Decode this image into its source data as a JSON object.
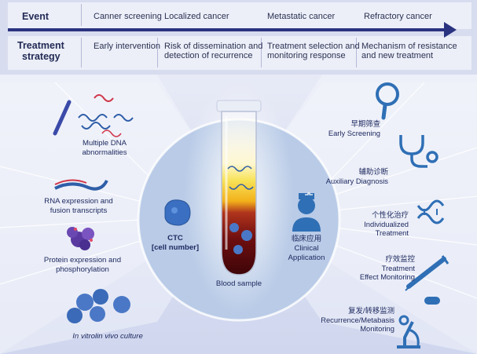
{
  "header": {
    "event_label": "Event",
    "strategy_label_1": "Treatment",
    "strategy_label_2": "strategy",
    "events": [
      "Canner screening",
      "Localized cancer",
      "Metastatic cancer",
      "Refractory cancer"
    ],
    "strategies": [
      [
        "Early intervention",
        ""
      ],
      [
        "Risk of dissemination and",
        "detection of recurrence"
      ],
      [
        "Treatment selection and",
        "monitoring response"
      ],
      [
        "Mechanism of resistance",
        "and new treatment"
      ]
    ]
  },
  "left": {
    "items": [
      [
        "Multiple DNA",
        "abnormalities"
      ],
      [
        "RNA expression and",
        "fusion transcripts"
      ],
      [
        "Protein expression and",
        "phosphorylation"
      ],
      [
        "In vitrolin vivo culture",
        ""
      ]
    ],
    "ctc_title": "CTC",
    "ctc_sub": "[cell number]"
  },
  "center": {
    "tube_label": "Blood sample",
    "clinical_cn": "临床应用",
    "clinical_en_1": "Clinical",
    "clinical_en_2": "Application"
  },
  "right": {
    "items": [
      {
        "cn": "早期筛查",
        "en": [
          "Early Screening"
        ]
      },
      {
        "cn": "辅助诊断",
        "en": [
          "Auxiliary Diagnosis"
        ]
      },
      {
        "cn": "个性化治疗",
        "en": [
          "Individualized",
          "Treatment"
        ]
      },
      {
        "cn": "疗效监控",
        "en": [
          "Treatment",
          "Effect Monitoring"
        ]
      },
      {
        "cn": "复发/转移监测",
        "en": [
          "Recurrence/Metabasis",
          "Monitoring"
        ]
      }
    ]
  },
  "colors": {
    "navy": "#2a3380",
    "icon_blue": "#2f6fb5",
    "panel_bg": "#d6dcf0",
    "circle_bg": "#b7c9e6"
  }
}
